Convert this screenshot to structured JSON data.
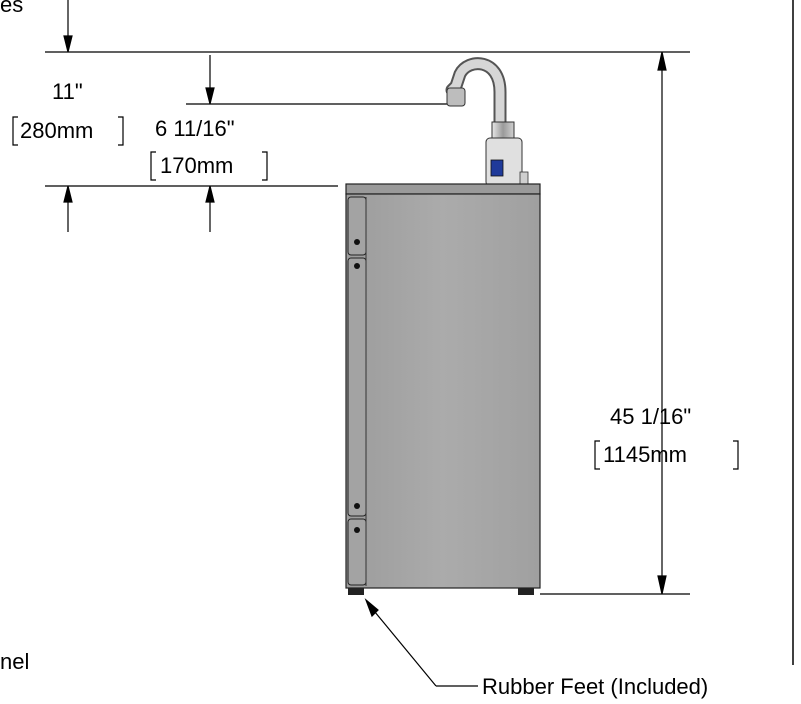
{
  "labels": {
    "top_fragment": "es",
    "side_fragment": "nel",
    "rise_in": "11\"",
    "rise_mm": "280mm",
    "spout_in": "6 11/16\"",
    "spout_mm": "170mm",
    "height_in": "45 1/16\"",
    "height_mm": "1145mm",
    "feet_callout": "Rubber Feet (Included)"
  },
  "colors": {
    "line": "#000000",
    "cabinet": "#a8a8a8",
    "cabinet_dark": "#8e8e8e",
    "top": "#9a9a9a",
    "faucet": "#c9c9c9",
    "sensor": "#dcdcdc",
    "indicator": "#1f3a9a"
  }
}
